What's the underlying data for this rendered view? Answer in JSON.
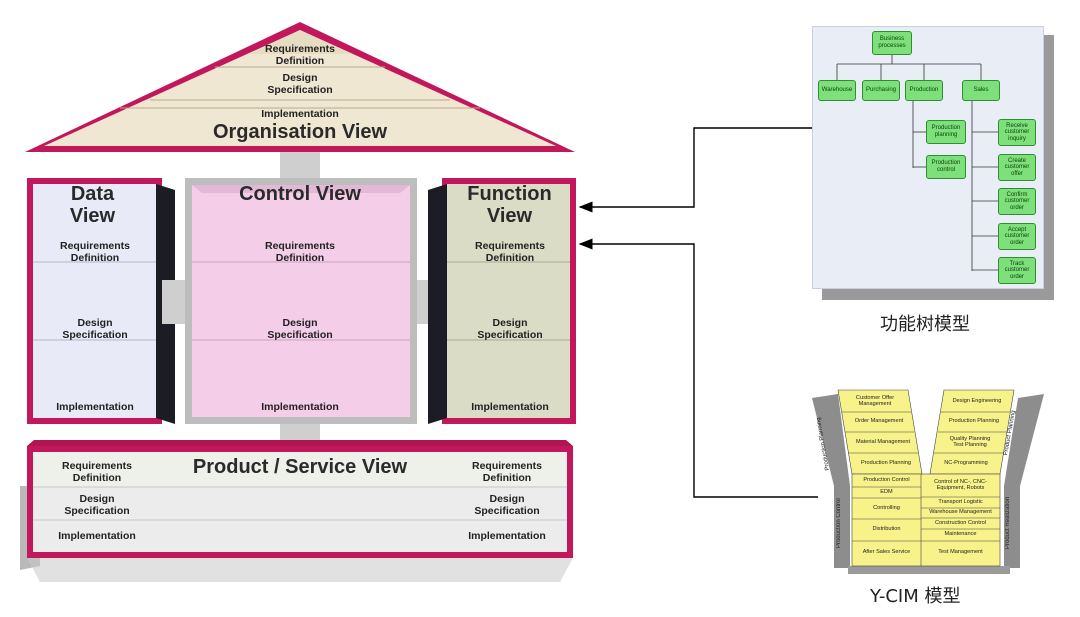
{
  "aris_house": {
    "organisation": {
      "title": "Organisation View",
      "levels": [
        "Requirements\nDefinition",
        "Design\nSpecification",
        "Implementation"
      ]
    },
    "data_view": {
      "title": "Data\nView",
      "levels": [
        "Requirements\nDefinition",
        "Design\nSpecification",
        "Implementation"
      ]
    },
    "control_view": {
      "title": "Control View",
      "levels": [
        "Requirements\nDefinition",
        "Design\nSpecification",
        "Implementation"
      ]
    },
    "function_view": {
      "title": "Function\nView",
      "levels": [
        "Requirements\nDefinition",
        "Design\nSpecification",
        "Implementation"
      ]
    },
    "product_view": {
      "title": "Product / Service View",
      "levels": [
        "Requirements\nDefinition",
        "Design\nSpecification",
        "Implementation"
      ]
    },
    "colors": {
      "frame": "#d81b60",
      "roof_fill": "#efe6d2",
      "control_fill": "#f4cdea",
      "data_fill": "#e4e8f6",
      "function_fill": "#dcdcc4"
    }
  },
  "function_tree": {
    "caption": "功能树模型",
    "root": "Business\nprocesses",
    "level1": [
      "Warehouse",
      "Purchasing",
      "Production",
      "Sales"
    ],
    "production_children": [
      "Production\nplanning",
      "Production\ncontrol"
    ],
    "sales_children": [
      "Receive\ncustomer\ninquiry",
      "Create\ncustomer\noffer",
      "Confirm\ncustomer\norder",
      "Accept\ncustomer\norder",
      "Track\ncustomer\norder"
    ]
  },
  "y_cim": {
    "caption": "Y-CIM 模型",
    "left_arm": [
      "Customer Offer\nManagement",
      "Order Management",
      "Material Management",
      "Production Planning"
    ],
    "right_arm": [
      "Design Engineering",
      "Production Planning",
      "Quality Planning\nTest Planning",
      "NC-Programming"
    ],
    "left_stem": [
      "Production Control",
      "EDM",
      "Controlling",
      "Distribution",
      "After Sales Service"
    ],
    "right_stem": [
      "Control of NC-, CNC-\nEquipment, Robots",
      "Transport Logistic",
      "Warehouse Management",
      "Construction Control",
      "Maintenance",
      "Test Management"
    ],
    "side_labels": {
      "left_top": "Production Planning",
      "right_top": "Product Planning",
      "left_bottom": "Production Control",
      "right_bottom": "Product Realization"
    }
  }
}
